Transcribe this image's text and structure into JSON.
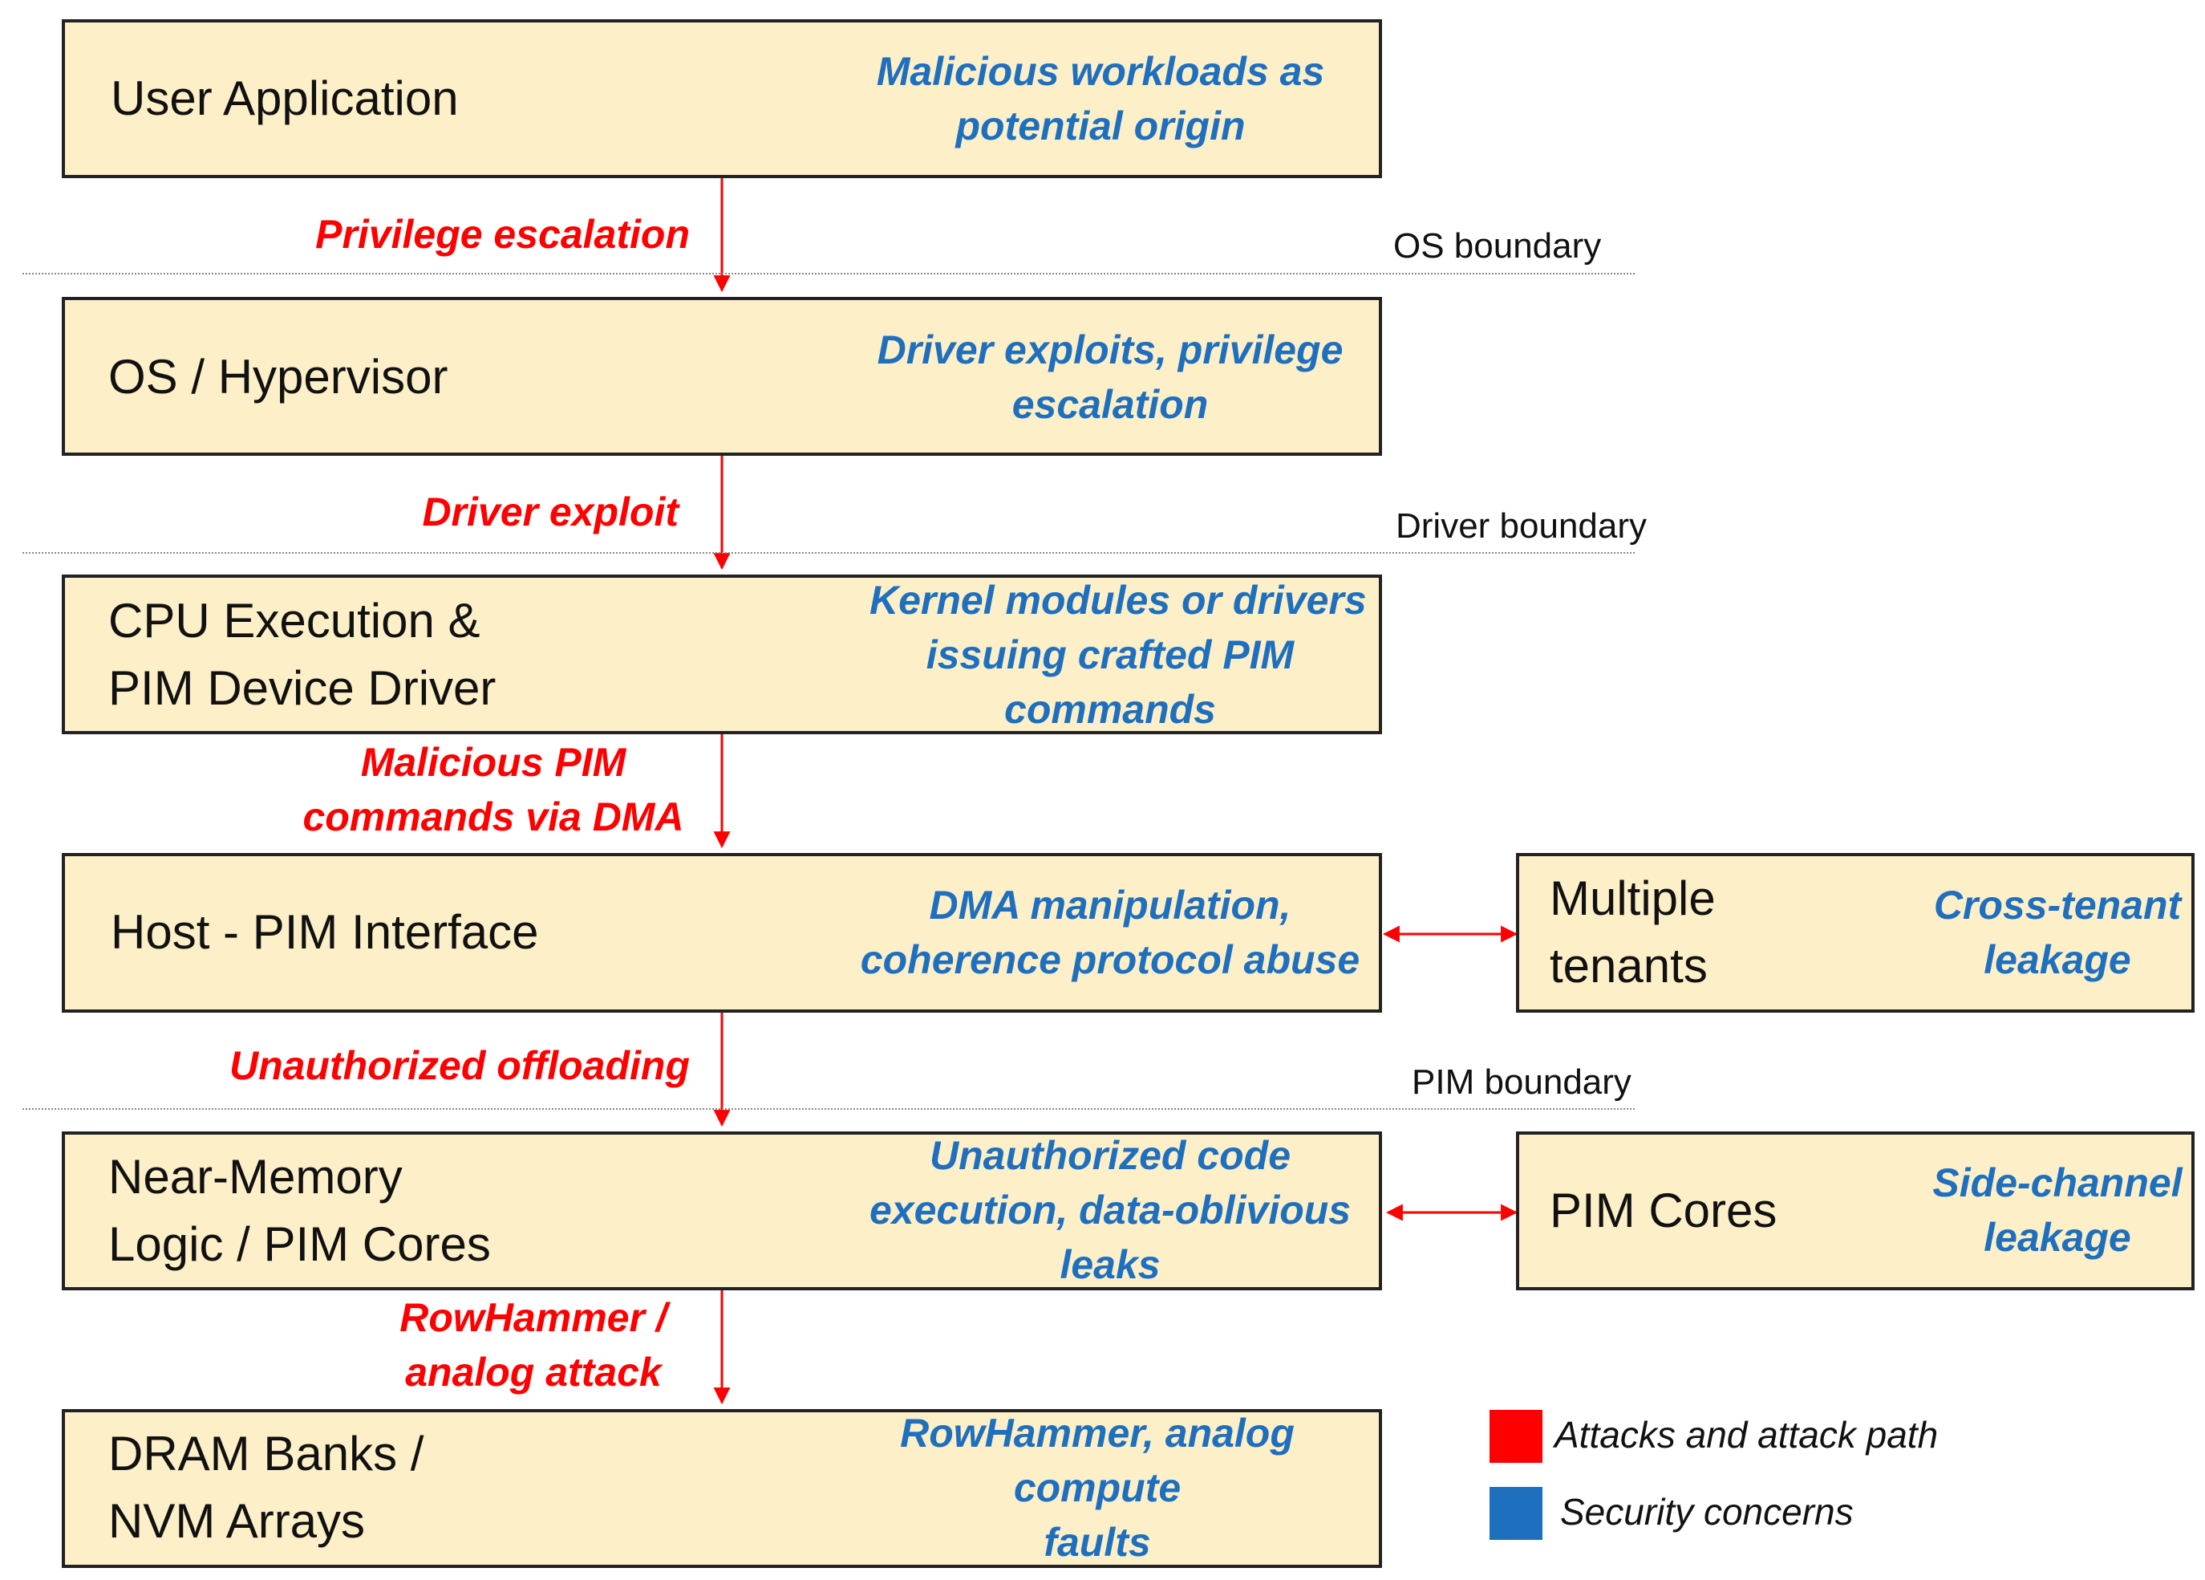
{
  "layers": [
    {
      "id": "user-application",
      "label": [
        "User Application"
      ],
      "concern": [
        "Malicious workloads as",
        "potential origin"
      ]
    },
    {
      "id": "os-hypervisor",
      "label": [
        "OS / Hypervisor"
      ],
      "concern": [
        "Driver exploits, privilege",
        "escalation"
      ]
    },
    {
      "id": "cpu-execution",
      "label": [
        "CPU Execution &",
        "PIM Device Driver"
      ],
      "concern": [
        "Kernel modules or drivers",
        "issuing crafted PIM",
        "commands"
      ]
    },
    {
      "id": "host-pim-interface",
      "label": [
        "Host - PIM Interface"
      ],
      "concern": [
        "DMA manipulation,",
        "coherence protocol abuse"
      ]
    },
    {
      "id": "near-memory-logic",
      "label": [
        "Near-Memory",
        "Logic / PIM Cores"
      ],
      "concern": [
        "Unauthorized code",
        "execution, data-oblivious",
        "leaks"
      ]
    },
    {
      "id": "dram-banks",
      "label": [
        "DRAM Banks /",
        "NVM Arrays"
      ],
      "concern": [
        "RowHammer, analog",
        "compute",
        "faults"
      ]
    }
  ],
  "side_boxes": [
    {
      "id": "multiple-tenants",
      "label": [
        "Multiple",
        "tenants"
      ],
      "concern": [
        "Cross-tenant",
        "leakage"
      ]
    },
    {
      "id": "pim-cores",
      "label": [
        "PIM Cores"
      ],
      "concern": [
        "Side-channel",
        "leakage"
      ]
    }
  ],
  "attacks": [
    [
      "Privilege escalation"
    ],
    [
      "Driver exploit"
    ],
    [
      "Malicious PIM",
      "commands via DMA"
    ],
    [
      "Unauthorized offloading"
    ],
    [
      "RowHammer /",
      "analog attack"
    ]
  ],
  "boundaries": [
    "OS boundary",
    "Driver boundary",
    "PIM boundary"
  ],
  "legend": [
    {
      "label": "Attacks and attack path",
      "color": "#ff0000"
    },
    {
      "label": "Security concerns",
      "color": "#1f6fbf"
    }
  ],
  "colors": {
    "box_fill": "#fdefc7",
    "attack": "#ff0000",
    "concern": "#1f6fbf"
  }
}
